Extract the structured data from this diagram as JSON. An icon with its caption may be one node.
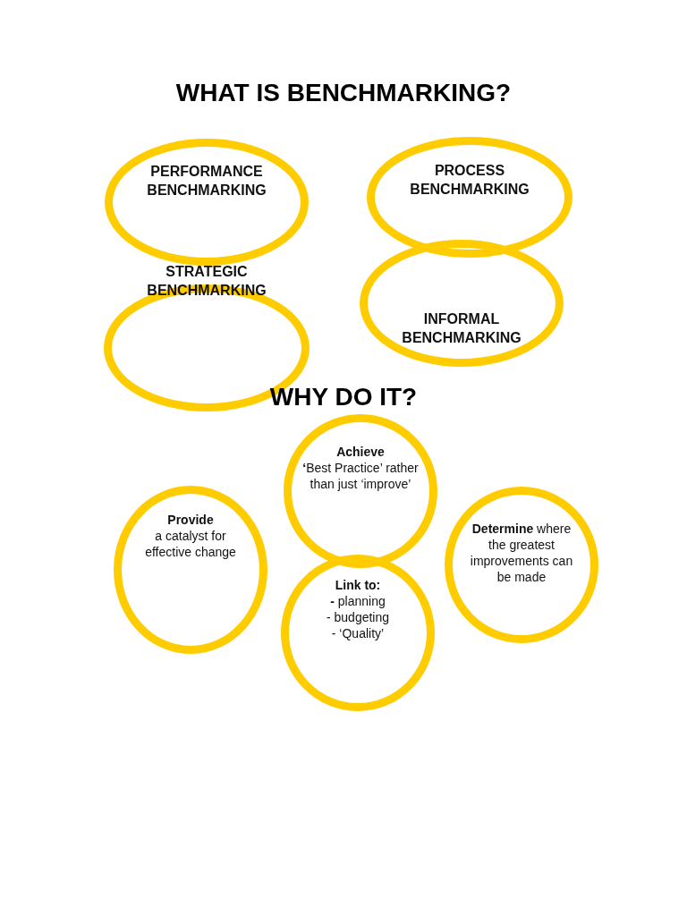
{
  "diagram": {
    "title": "WHAT IS BENCHMARKING?",
    "nodes": [
      {
        "text": [
          "PERFORMANCE BENCHMARKING"
        ]
      },
      {
        "text": [
          "PROCESS BENCHMARKING"
        ]
      },
      {
        "text": [
          "STRATEGIC BENCHMARKING"
        ]
      },
      {
        "text": [
          "INFORMAL BENCHMARKING"
        ]
      },
      {
        "text": [
          "Achieve",
          "**‘**Best Practice’ rather than just ‘improve’"
        ]
      },
      {
        "text": [
          "Provide",
          "a catalyst for effective change"
        ]
      },
      {
        "text": [
          "Link to:",
          "**-** planning",
          "- budgeting",
          "- ‘Quality’"
        ]
      },
      {
        "text": [
          "**Determine** where the greatest improvements can be made"
        ]
      }
    ],
    "labels": [
      "WHY DO IT?"
    ]
  }
}
